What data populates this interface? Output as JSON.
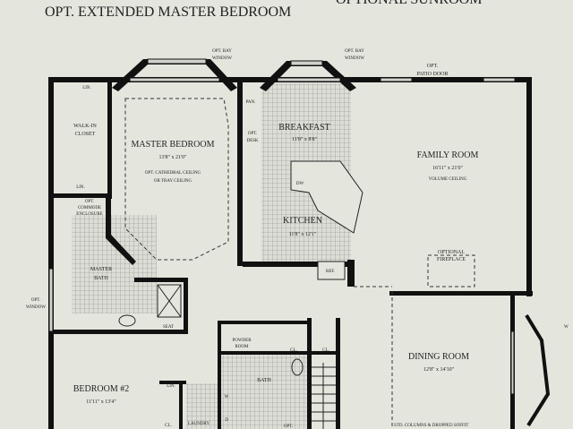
{
  "headers": {
    "extended_master": "OPT. EXTENDED MASTER BEDROOM",
    "sunroom": "OPTIONAL SUNROOM"
  },
  "options": {
    "bay_window_1": [
      "OPT. BAY",
      "WINDOW"
    ],
    "bay_window_2": [
      "OPT. BAY",
      "WINDOW"
    ],
    "patio_door": [
      "OPT.",
      "PATIO DOOR"
    ],
    "side_window": [
      "OPT.",
      "WINDOW"
    ],
    "fireplace": [
      "OPTIONAL",
      "FIREPLACE"
    ],
    "columns": "STD. COLUMNS & DROPPED SOFFIT",
    "right_edge": "W"
  },
  "rooms": {
    "master_bedroom": {
      "name": "MASTER BEDROOM",
      "size": "13'8\" x 21'0\"",
      "note": [
        "OPT. CATHEDRAL CEILING",
        "OR TRAY CEILING"
      ]
    },
    "walk_in_closet": [
      "WALK-IN",
      "CLOSET"
    ],
    "linen_1": "LIN.",
    "linen_2": "LIN.",
    "linen_3": "LIN.",
    "commode": [
      "OPT.",
      "COMMODE",
      "ENCLOSURE"
    ],
    "master_bath": [
      "MASTER",
      "BATH"
    ],
    "seat": "SEAT",
    "pantry": "PAN.",
    "desk": [
      "OPT.",
      "DESK"
    ],
    "breakfast": {
      "name": "BREAKFAST",
      "size": "11'8\" x 8'8\""
    },
    "dishwasher": "DW",
    "kitchen": {
      "name": "KITCHEN",
      "size": "11'8\" x 12'1\""
    },
    "refrigerator": "REF.",
    "family_room": {
      "name": "FAMILY ROOM",
      "size": "16'11\" x 21'0\"",
      "note": "VOLUME CEILING"
    },
    "powder_room": [
      "POWDER",
      "ROOM"
    ],
    "closet_1": "CL.",
    "closet_2": "CL.",
    "closet_3": "CL.",
    "bath": "BATH",
    "laundry": "LAUNDRY",
    "washer": "W",
    "dryer": "D",
    "opt_tub": "OPT.",
    "bedroom_2": {
      "name": "BEDROOM #2",
      "size": "11'11\" x 13'4\""
    },
    "dining_room": {
      "name": "DINING ROOM",
      "size": "12'8\" x 14'10\""
    }
  }
}
